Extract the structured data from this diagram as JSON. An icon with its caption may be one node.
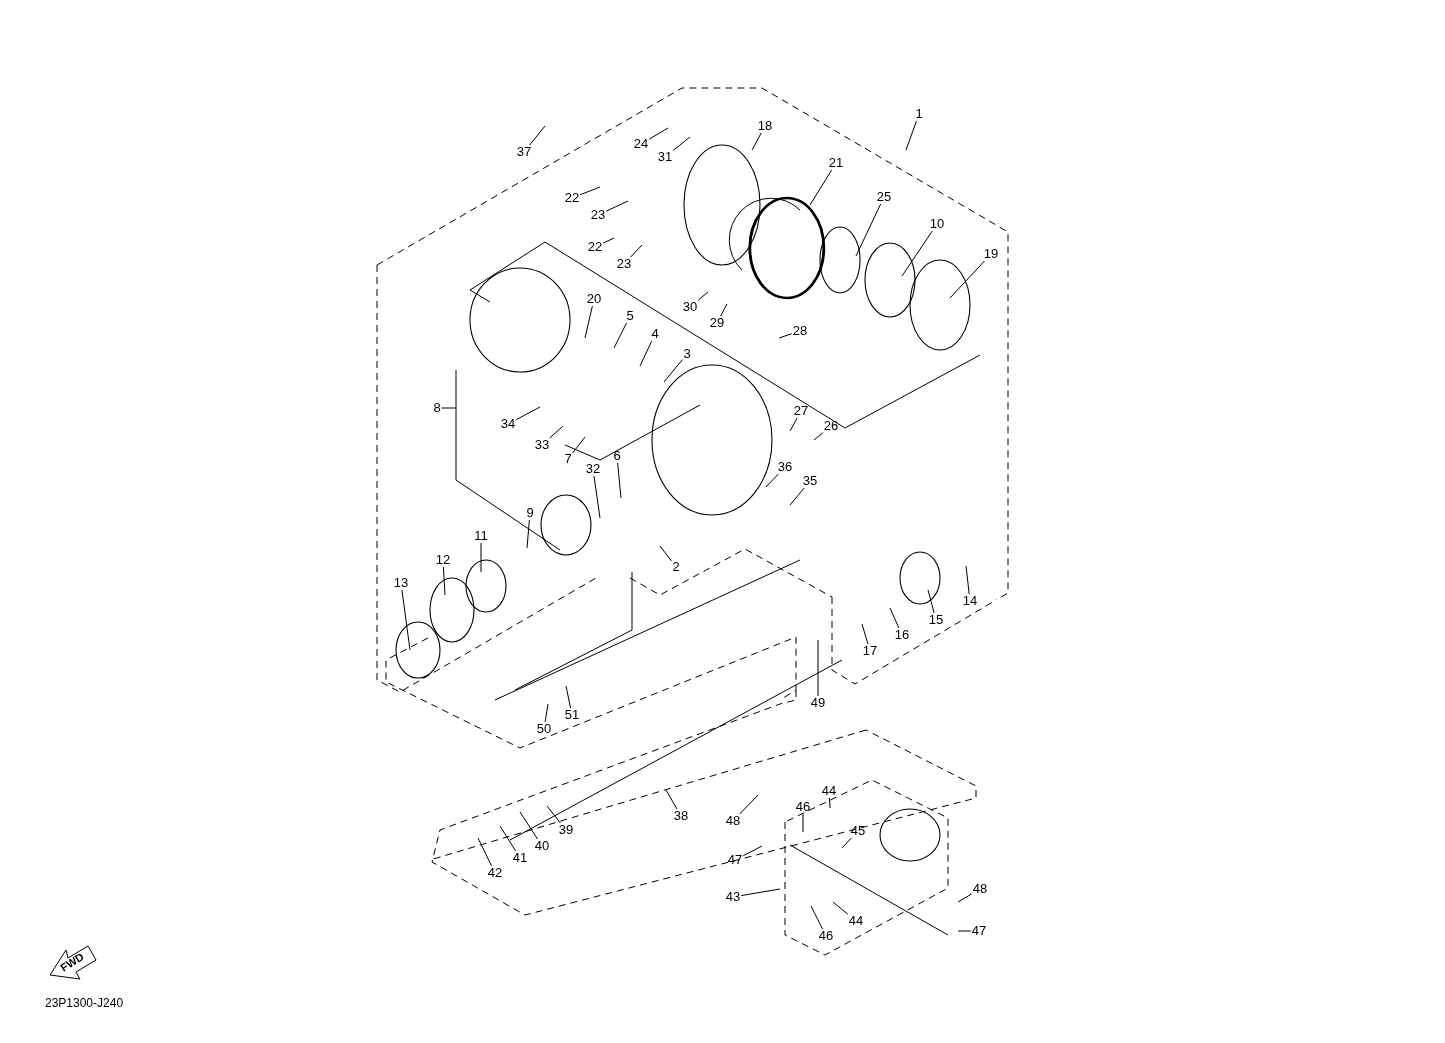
{
  "diagram": {
    "nodes": [
      {
        "text": [
          "37"
        ]
      },
      {
        "text": [
          "24"
        ]
      },
      {
        "text": [
          "31"
        ]
      },
      {
        "text": [
          "18"
        ]
      },
      {
        "text": [
          "1"
        ]
      },
      {
        "text": [
          "22"
        ]
      },
      {
        "text": [
          "23"
        ]
      },
      {
        "text": [
          "22"
        ]
      },
      {
        "text": [
          "23"
        ]
      },
      {
        "text": [
          "21"
        ]
      },
      {
        "text": [
          "25"
        ]
      },
      {
        "text": [
          "10"
        ]
      },
      {
        "text": [
          "19"
        ]
      },
      {
        "text": [
          "30"
        ]
      },
      {
        "text": [
          "29"
        ]
      },
      {
        "text": [
          "28"
        ]
      },
      {
        "text": [
          "20"
        ]
      },
      {
        "text": [
          "5"
        ]
      },
      {
        "text": [
          "4"
        ]
      },
      {
        "text": [
          "3"
        ]
      },
      {
        "text": [
          "8"
        ]
      },
      {
        "text": [
          "34"
        ]
      },
      {
        "text": [
          "33"
        ]
      },
      {
        "text": [
          "7"
        ]
      },
      {
        "text": [
          "27"
        ]
      },
      {
        "text": [
          "26"
        ]
      },
      {
        "text": [
          "36"
        ]
      },
      {
        "text": [
          "35"
        ]
      },
      {
        "text": [
          "32"
        ]
      },
      {
        "text": [
          "6"
        ]
      },
      {
        "text": [
          "9"
        ]
      },
      {
        "text": [
          "11"
        ]
      },
      {
        "text": [
          "12"
        ]
      },
      {
        "text": [
          "13"
        ]
      },
      {
        "text": [
          "2"
        ]
      },
      {
        "text": [
          "14"
        ]
      },
      {
        "text": [
          "15"
        ]
      },
      {
        "text": [
          "16"
        ]
      },
      {
        "text": [
          "17"
        ]
      },
      {
        "text": [
          "49"
        ]
      },
      {
        "text": [
          "50"
        ]
      },
      {
        "text": [
          "51"
        ]
      },
      {
        "text": [
          "38"
        ]
      },
      {
        "text": [
          "39"
        ]
      },
      {
        "text": [
          "40"
        ]
      },
      {
        "text": [
          "41"
        ]
      },
      {
        "text": [
          "42"
        ]
      },
      {
        "text": [
          "48"
        ]
      },
      {
        "text": [
          "47"
        ]
      },
      {
        "text": [
          "46"
        ]
      },
      {
        "text": [
          "44"
        ]
      },
      {
        "text": [
          "45"
        ]
      },
      {
        "text": [
          "43"
        ]
      },
      {
        "text": [
          "46"
        ]
      },
      {
        "text": [
          "44"
        ]
      },
      {
        "text": [
          "48"
        ]
      },
      {
        "text": [
          "47"
        ]
      }
    ],
    "edges": [
      {
        "from": 0,
        "to": null,
        "arrow": "none"
      },
      {
        "from": 1,
        "to": null,
        "arrow": "none"
      },
      {
        "from": 2,
        "to": null,
        "arrow": "none"
      },
      {
        "from": 3,
        "to": null,
        "arrow": "none"
      },
      {
        "from": 4,
        "to": null,
        "arrow": "none"
      },
      {
        "from": 5,
        "to": null,
        "arrow": "none"
      },
      {
        "from": 6,
        "to": null,
        "arrow": "none"
      },
      {
        "from": 7,
        "to": null,
        "arrow": "none"
      },
      {
        "from": 8,
        "to": null,
        "arrow": "none"
      },
      {
        "from": 9,
        "to": null,
        "arrow": "none"
      },
      {
        "from": 10,
        "to": null,
        "arrow": "none"
      },
      {
        "from": 11,
        "to": null,
        "arrow": "none"
      },
      {
        "from": 12,
        "to": null,
        "arrow": "none"
      },
      {
        "from": 13,
        "to": null,
        "arrow": "none"
      },
      {
        "from": 14,
        "to": null,
        "arrow": "none"
      },
      {
        "from": 15,
        "to": null,
        "arrow": "none"
      },
      {
        "from": 16,
        "to": null,
        "arrow": "none"
      },
      {
        "from": 17,
        "to": null,
        "arrow": "none"
      },
      {
        "from": 18,
        "to": null,
        "arrow": "none"
      },
      {
        "from": 19,
        "to": null,
        "arrow": "none"
      },
      {
        "from": 20,
        "to": null,
        "arrow": "none"
      },
      {
        "from": 21,
        "to": null,
        "arrow": "none"
      },
      {
        "from": 22,
        "to": null,
        "arrow": "none"
      },
      {
        "from": 23,
        "to": null,
        "arrow": "none"
      },
      {
        "from": 24,
        "to": null,
        "arrow": "none"
      },
      {
        "from": 25,
        "to": null,
        "arrow": "none"
      },
      {
        "from": 26,
        "to": null,
        "arrow": "none"
      },
      {
        "from": 27,
        "to": null,
        "arrow": "none"
      },
      {
        "from": 28,
        "to": null,
        "arrow": "none"
      },
      {
        "from": 29,
        "to": null,
        "arrow": "none"
      },
      {
        "from": 30,
        "to": null,
        "arrow": "none"
      },
      {
        "from": 31,
        "to": null,
        "arrow": "none"
      },
      {
        "from": 32,
        "to": null,
        "arrow": "none"
      },
      {
        "from": 33,
        "to": null,
        "arrow": "none"
      },
      {
        "from": 34,
        "to": null,
        "arrow": "none"
      },
      {
        "from": 35,
        "to": null,
        "arrow": "none"
      },
      {
        "from": 36,
        "to": null,
        "arrow": "none"
      },
      {
        "from": 37,
        "to": null,
        "arrow": "none"
      },
      {
        "from": 38,
        "to": null,
        "arrow": "none"
      },
      {
        "from": 39,
        "to": null,
        "arrow": "none"
      },
      {
        "from": 40,
        "to": null,
        "arrow": "none"
      },
      {
        "from": 41,
        "to": null,
        "arrow": "none"
      },
      {
        "from": 42,
        "to": null,
        "arrow": "none"
      },
      {
        "from": 43,
        "to": null,
        "arrow": "none"
      },
      {
        "from": 44,
        "to": null,
        "arrow": "none"
      },
      {
        "from": 45,
        "to": null,
        "arrow": "none"
      },
      {
        "from": 46,
        "to": null,
        "arrow": "none"
      },
      {
        "from": 47,
        "to": null,
        "arrow": "none"
      },
      {
        "from": 48,
        "to": null,
        "arrow": "none"
      },
      {
        "from": 49,
        "to": null,
        "arrow": "none"
      },
      {
        "from": 50,
        "to": null,
        "arrow": "none"
      },
      {
        "from": 51,
        "to": null,
        "arrow": "none"
      },
      {
        "from": 52,
        "to": null,
        "arrow": "none"
      },
      {
        "from": 53,
        "to": null,
        "arrow": "none"
      },
      {
        "from": 54,
        "to": null,
        "arrow": "none"
      },
      {
        "from": 55,
        "to": null,
        "arrow": "none"
      },
      {
        "from": 56,
        "to": null,
        "arrow": "none"
      }
    ],
    "labels": [
      "FWD",
      "23P1300-J240"
    ]
  }
}
